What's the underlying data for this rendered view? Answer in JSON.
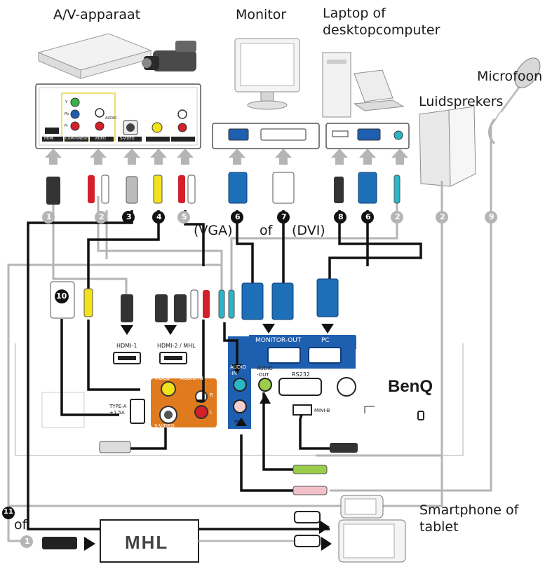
{
  "labels": {
    "av_device": "A/V-apparaat",
    "monitor": "Monitor",
    "computer": "Laptop of\ndesktopcomputer",
    "microphone": "Microfoon",
    "speakers": "Luidsprekers",
    "smartphone": "Smartphone of\ntablet",
    "vga": "(VGA)",
    "or_mid": "of",
    "dvi": "(DVI)",
    "or_left": "of"
  },
  "av_panel": {
    "hdmi": "HDMI",
    "component": "COMPONENT",
    "video": "VIDEO",
    "svideo": "S-VIDEO",
    "audio": "AUDIO",
    "y": "Y",
    "pb": "Pb",
    "pr": "Pr"
  },
  "projector": {
    "hdmi1": "HDMI-1",
    "hdmi2": "HDMI-2 / MHL",
    "monitor_out": "MONITOR-OUT",
    "pc": "PC",
    "rs232": "RS232",
    "video": "VIDEO",
    "audio_in": "AUDIO-IN",
    "svideo": "S-VIDEO",
    "r": "R",
    "l": "L",
    "audio_in_mini": "AUDIO\n-IN",
    "audio_out": "AUDIO\n-OUT",
    "mic": "MIC",
    "type_a": "TYPE-A\n+1.5A",
    "mini_b": "MINI-B",
    "brand": "BenQ"
  },
  "mhl_box": "MHL",
  "cable_numbers": [
    "1",
    "2",
    "3",
    "4",
    "5",
    "6",
    "7",
    "8",
    "6",
    "2",
    "2",
    "9",
    "10",
    "11",
    "1"
  ],
  "colors": {
    "cable_gray": "#b5b5b5",
    "cable_black": "#111111",
    "port_blue": "#1f5fb0",
    "port_orange": "#e07a1f",
    "vga_blue": "#1d6fb8",
    "yellow": "#f2e21a",
    "red": "#d4202a"
  }
}
